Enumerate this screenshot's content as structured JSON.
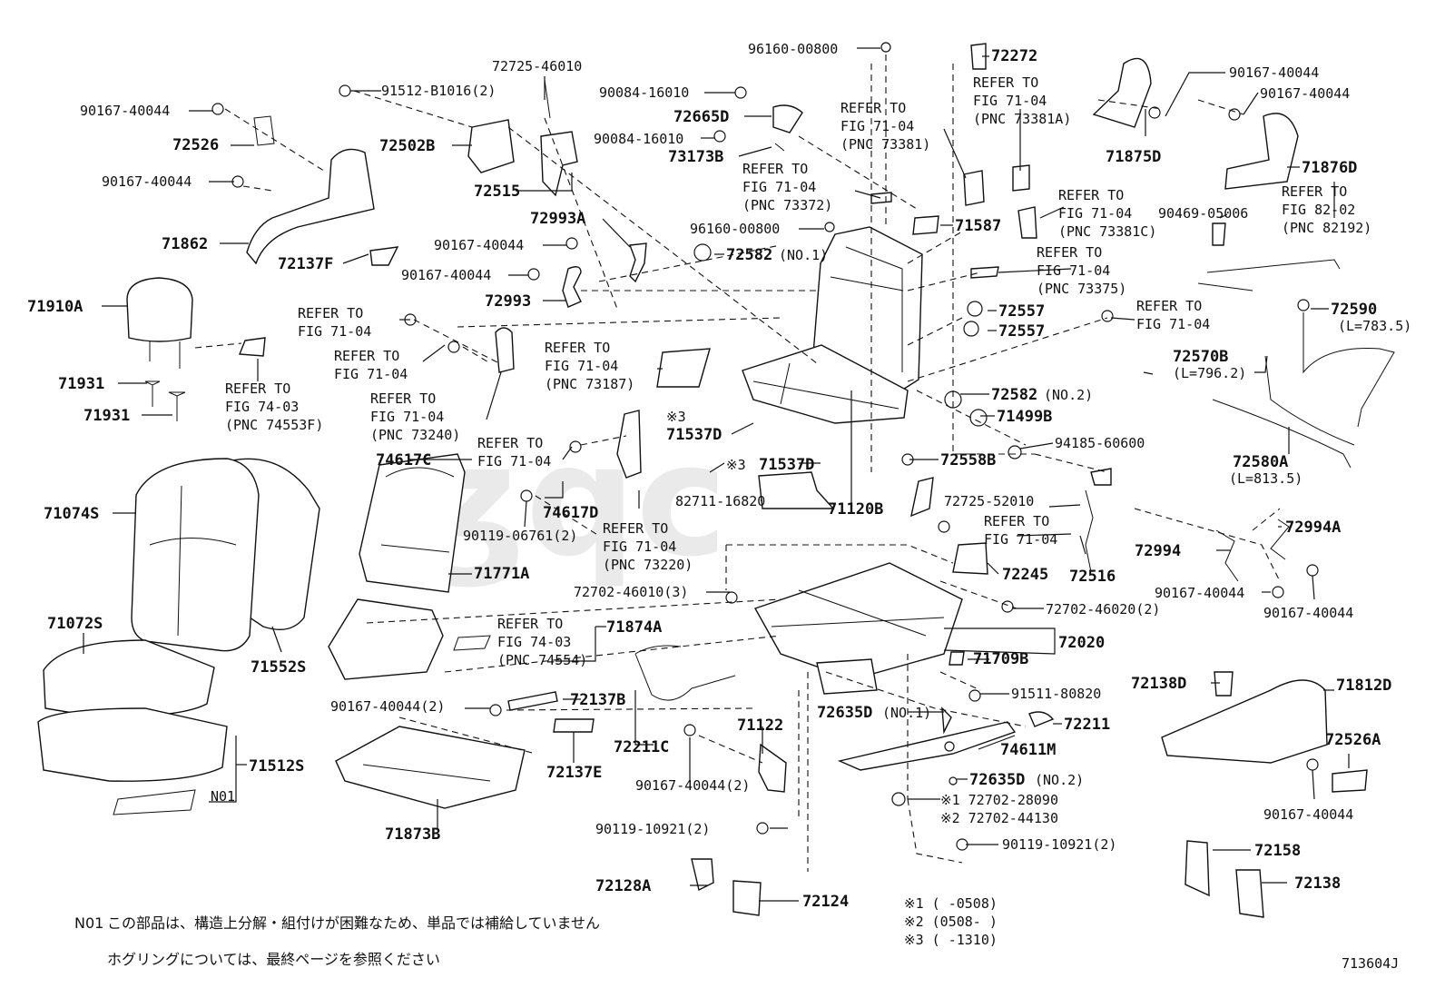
{
  "labels": {
    "p71910A": "71910A",
    "p71931a": "71931",
    "p71931b": "71931",
    "p71074S": "71074S",
    "p71072S": "71072S",
    "p71552S": "71552S",
    "p71512S": "71512S",
    "pN01": "N01",
    "p90167a": "90167-40044",
    "p72526": "72526",
    "p90167b": "90167-40044",
    "p71862": "71862",
    "p72137F": "72137F",
    "p91512": "91512-B1016(2)",
    "p72502B": "72502B",
    "p72725a": "72725-46010",
    "p72515": "72515",
    "p90084a": "90084-16010",
    "p72665D": "72665D",
    "p90084b": "90084-16010",
    "p73173B": "73173B",
    "p96160a": "96160-00800",
    "p72993A": "72993A",
    "p90167c": "90167-40044",
    "p96160b": "96160-00800",
    "p72582a": "72582",
    "p72582a_note": "(NO.1)",
    "p90167d": "90167-40044",
    "p72993": "72993",
    "p72272": "72272",
    "p71587": "71587",
    "p72557a": "72557",
    "p72557b": "72557",
    "p72582b": "72582",
    "p72582b_note": "(NO.2)",
    "p71499B": "71499B",
    "p94185": "94185-60600",
    "p72558B": "72558B",
    "p71537Da": "71537D",
    "p71537Db": "71537D",
    "p82711": "82711-16820",
    "p71120B": "71120B",
    "p74617C": "74617C",
    "p74617D": "74617D",
    "p90119a": "90119-06761(2)",
    "p71771A": "71771A",
    "p71874A": "71874A",
    "p72725b": "72725-52010",
    "p72516": "72516",
    "p72245": "72245",
    "p72702a": "72702-46010(3)",
    "p72702b": "72702-46020(2)",
    "p72020": "72020",
    "p71709B": "71709B",
    "p91511": "91511-80820",
    "p72635Da": "72635D",
    "p72635Da_note": "(NO.1)",
    "p72211": "72211",
    "p74611M": "74611M",
    "p72635Db": "72635D",
    "p72635Db_note": "(NO.2)",
    "p72702_28090": "※1 72702-28090",
    "p72702_44130": "※2 72702-44130",
    "p90119b": "90119-10921(2)",
    "p90119c": "90119-10921(2)",
    "p90167e": "90167-40044(2)",
    "p72137B": "72137B",
    "p72137E": "72137E",
    "p71873B": "71873B",
    "p72211C": "72211C",
    "p71122": "71122",
    "p90167f": "90167-40044(2)",
    "p72128A": "72128A",
    "p72124": "72124",
    "p71875D": "71875D",
    "p90167g": "90167-40044",
    "p90167h": "90167-40044",
    "p71876D": "71876D",
    "p90469": "90469-05006",
    "p72590": "72590",
    "p72590_len": "(L=783.5)",
    "p72570B": "72570B",
    "p72570B_len": "(L=796.2)",
    "p72580A": "72580A",
    "p72580A_len": "(L=813.5)",
    "p72994A": "72994A",
    "p72994": "72994",
    "p90167i": "90167-40044",
    "p90167j": "90167-40044",
    "p72138D": "72138D",
    "p71812D": "71812D",
    "p72526A": "72526A",
    "p90167k": "90167-40044",
    "p72158": "72158",
    "p72138": "72138"
  },
  "references": {
    "r1": [
      "REFER TO",
      "FIG 74-03",
      "(PNC 74553F)"
    ],
    "r2": [
      "REFER TO",
      "FIG 71-04"
    ],
    "r3": [
      "REFER TO",
      "FIG 71-04"
    ],
    "r4": [
      "REFER TO",
      "FIG 71-04",
      "(PNC 73240)"
    ],
    "r5": [
      "REFER TO",
      "FIG 71-04",
      "(PNC 73187)"
    ],
    "r6": [
      "REFER TO",
      "FIG 71-04"
    ],
    "r7": [
      "REFER TO",
      "FIG 71-04",
      "(PNC 73220)"
    ],
    "r8": [
      "REFER TO",
      "FIG 74-03",
      "(PNC 74554)"
    ],
    "r9": [
      "REFER TO",
      "FIG 71-04",
      "(PNC 73372)"
    ],
    "r10": [
      "REFER TO",
      "FIG 71-04",
      "(PNC 73381)"
    ],
    "r11": [
      "REFER TO",
      "FIG 71-04",
      "(PNC 73381A)"
    ],
    "r12": [
      "REFER TO",
      "FIG 71-04",
      "(PNC 73381C)"
    ],
    "r13": [
      "REFER TO",
      "FIG 71-04",
      "(PNC 73375)"
    ],
    "r14": [
      "REFER TO",
      "FIG 71-04"
    ],
    "r15": [
      "REFER TO",
      "FIG 71-04"
    ],
    "r16": [
      "REFER TO",
      "FIG 82-02",
      "(PNC 82192)"
    ]
  },
  "footnote_marks": {
    "m1": "※3",
    "m2": "※3"
  },
  "applicability": [
    "※1 (      -0508)",
    "※2 (0508-      )",
    "※3 (      -1310)"
  ],
  "notes": {
    "n01_code": "N01",
    "n01_text": "この部品は、構造上分解・組付けが困難なため、単品では補給していません",
    "hog_ring_text": "ホグリングについては、最終ページを参照ください"
  },
  "figure_code": "713604J"
}
